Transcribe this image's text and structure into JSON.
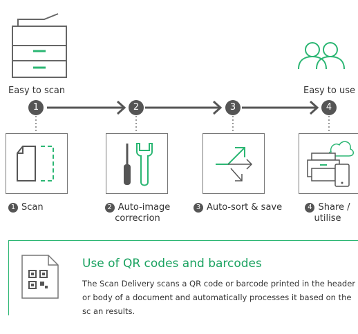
{
  "left_label": "Easy to scan",
  "right_label": "Easy to use",
  "steps": [
    {
      "num": "1",
      "caption": "Scan",
      "icon": "scan-icon"
    },
    {
      "num": "2",
      "caption": "Auto-image\ncorrecrion",
      "icon": "wrench-screwdriver-icon"
    },
    {
      "num": "3",
      "caption": "Auto-sort & save",
      "icon": "sort-arrows-icon"
    },
    {
      "num": "4",
      "caption": "Share /\nutilise",
      "icon": "share-devices-icon"
    }
  ],
  "panel": {
    "title": "Use of QR codes and barcodes",
    "body": "The Scan Delivery scans a QR code or barcode printed in the header or body of a document and automatically processes it based on the sc an results.",
    "icon": "qr-document-icon"
  },
  "colors": {
    "accent": "#2bb673",
    "dark": "#555555",
    "line": "#777777"
  }
}
